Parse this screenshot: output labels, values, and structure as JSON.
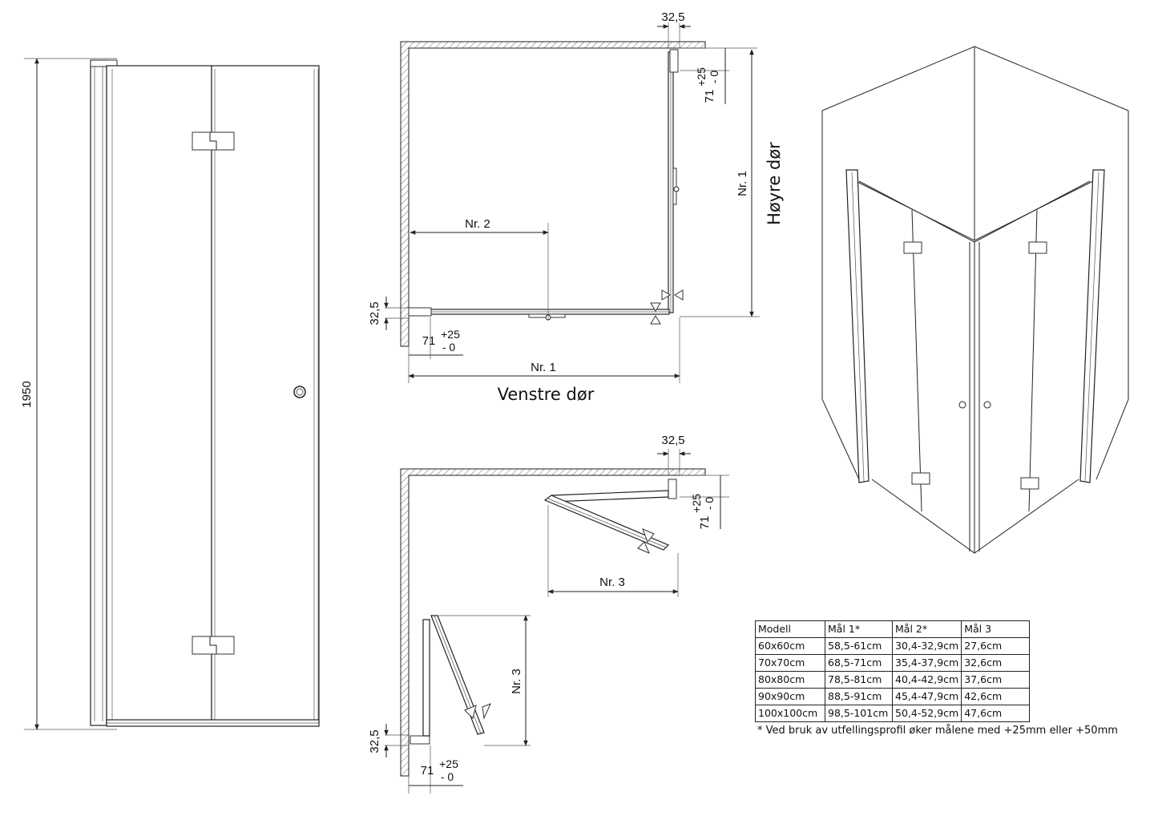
{
  "front_view": {
    "height_label": "1950"
  },
  "top_view": {
    "dim_top": "32,5",
    "dim_side_71": "71",
    "dim_side_tol_plus": "+25",
    "dim_side_tol_minus": "- 0",
    "dim_left": "32,5",
    "dim_bottom_71": "71",
    "dim_bottom_tol_plus": "+25",
    "dim_bottom_tol_minus": "- 0",
    "nr1_bottom": "Nr. 1",
    "nr1_right": "Nr. 1",
    "nr2": "Nr. 2",
    "caption_left": "Venstre dør",
    "caption_right": "Høyre dør"
  },
  "open_view": {
    "dim_top": "32,5",
    "dim_side_71": "71",
    "dim_side_tol_plus": "+25",
    "dim_side_tol_minus": "- 0",
    "dim_left": "32,5",
    "dim_bottom_71": "71",
    "dim_bottom_tol_plus": "+25",
    "dim_bottom_tol_minus": "- 0",
    "nr3_horizontal": "Nr. 3",
    "nr3_vertical": "Nr. 3"
  },
  "table": {
    "headers": [
      "Modell",
      "Mål 1*",
      "Mål 2*",
      "Mål 3"
    ],
    "rows": [
      [
        "60x60cm",
        "58,5-61cm",
        "30,4-32,9cm",
        "27,6cm"
      ],
      [
        "70x70cm",
        "68,5-71cm",
        "35,4-37,9cm",
        "32,6cm"
      ],
      [
        "80x80cm",
        "78,5-81cm",
        "40,4-42,9cm",
        "37,6cm"
      ],
      [
        "90x90cm",
        "88,5-91cm",
        "45,4-47,9cm",
        "42,6cm"
      ],
      [
        "100x100cm",
        "98,5-101cm",
        "50,4-52,9cm",
        "47,6cm"
      ]
    ],
    "footnote": "* Ved bruk av utfellingsprofil øker målene med +25mm eller +50mm"
  }
}
